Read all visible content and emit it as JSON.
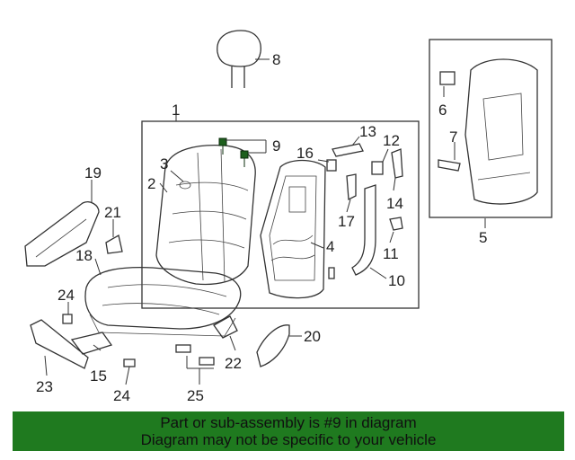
{
  "callouts": {
    "c1": "1",
    "c2": "2",
    "c3": "3",
    "c4": "4",
    "c5": "5",
    "c6": "6",
    "c7": "7",
    "c8": "8",
    "c9": "9",
    "c10": "10",
    "c11": "11",
    "c12": "12",
    "c13": "13",
    "c14": "14",
    "c15": "15",
    "c16": "16",
    "c17": "17",
    "c18": "18",
    "c19": "19",
    "c20": "20",
    "c21": "21",
    "c22": "22",
    "c23": "23",
    "c24a": "24",
    "c24b": "24",
    "c25": "25"
  },
  "banner": {
    "line1": "Part or sub-assembly is #9 in diagram",
    "line2": "Diagram may not be specific to your vehicle",
    "background_color": "#1f7a1f"
  },
  "highlight_part": "9"
}
